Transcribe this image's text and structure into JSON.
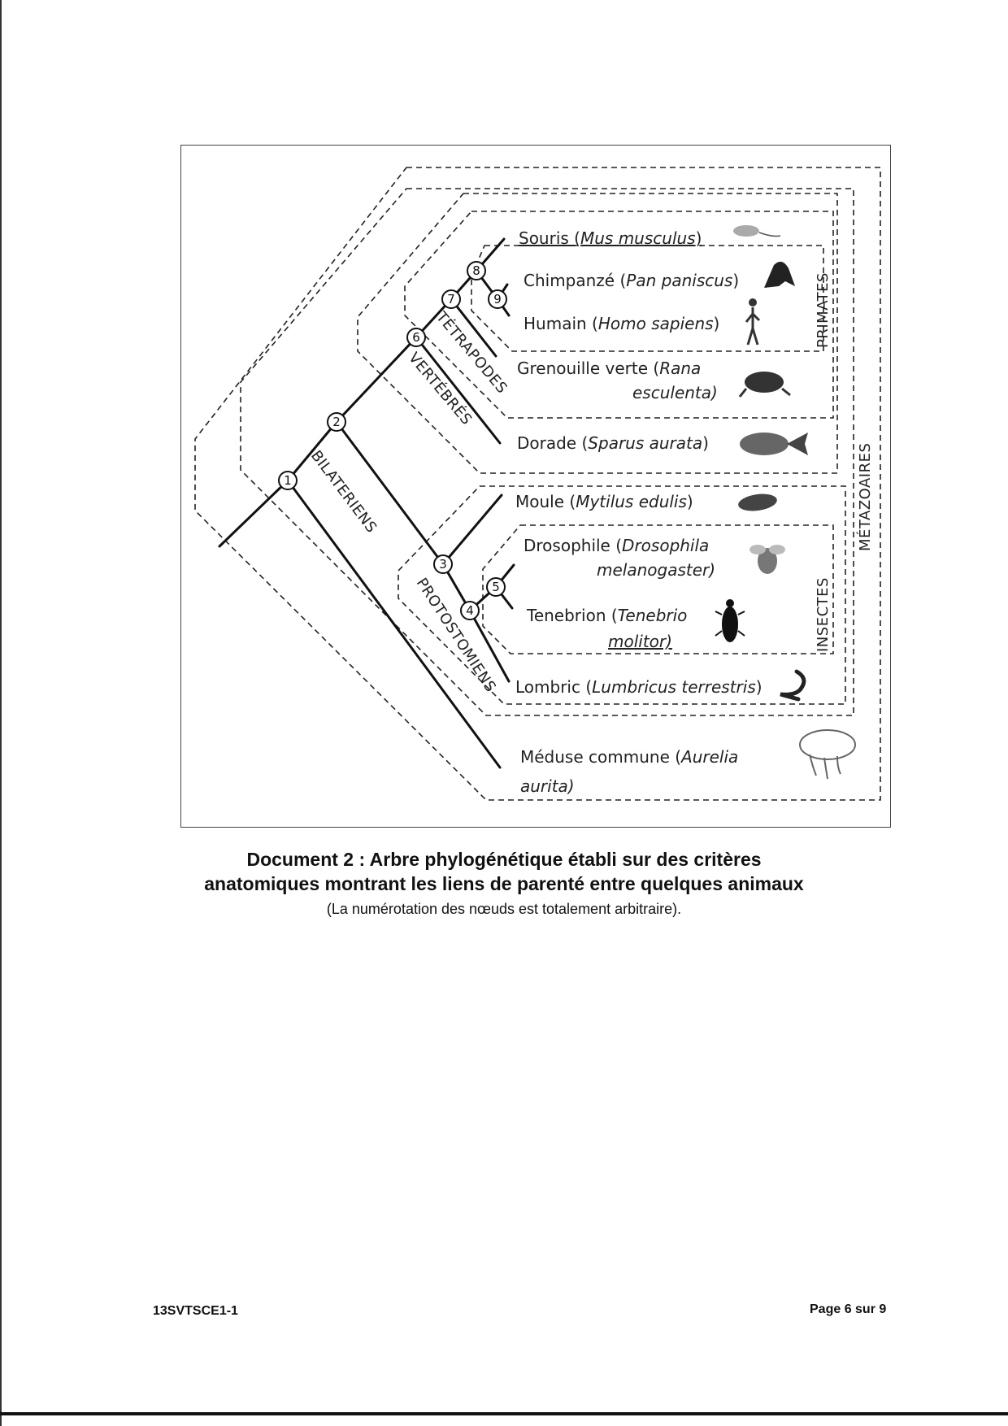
{
  "species": [
    {
      "common": "Souris ",
      "latin": "Mus musculus",
      "tail": ")",
      "open": "(",
      "line2": ""
    },
    {
      "common": "Chimpanzé ",
      "latin": "Pan paniscus",
      "tail": ")",
      "open": "(",
      "line2": ""
    },
    {
      "common": "Humain ",
      "latin": "Homo sapiens",
      "tail": ")",
      "open": "(",
      "line2": ""
    },
    {
      "common": "Grenouille verte ",
      "latin": "Rana",
      "tail": "",
      "open": "(",
      "line2": "esculenta)"
    },
    {
      "common": "Dorade ",
      "latin": "Sparus aurata",
      "tail": ")",
      "open": "(",
      "line2": ""
    },
    {
      "common": "Moule ",
      "latin": "Mytilus edulis",
      "tail": ")",
      "open": "(",
      "line2": ""
    },
    {
      "common": "Drosophile ",
      "latin": "Drosophila",
      "tail": "",
      "open": "(",
      "line2": "melanogaster)"
    },
    {
      "common": "Tenebrion ",
      "latin": "Tenebrio",
      "tail": "",
      "open": "(",
      "line2": "molitor)"
    },
    {
      "common": "Lombric ",
      "latin": "Lumbricus terrestris",
      "tail": ")",
      "open": "(",
      "line2": ""
    },
    {
      "common": "Méduse commune ",
      "latin": "Aurelia",
      "tail": "",
      "open": "(",
      "line2": "aurita)"
    }
  ],
  "groups": {
    "primates": "PRIMATES",
    "insectes": "INSECTES",
    "metazoaires": "MÉTAZOAIRES",
    "tetrapodes": "TÉTRAPODES",
    "vertebres": "VERTÉBRÉS",
    "bilateriens": "BILATERIENS",
    "protostomiens": "PROTOSTOMIENS"
  },
  "nodes": [
    "1",
    "2",
    "3",
    "4",
    "5",
    "6",
    "7",
    "8",
    "9"
  ],
  "caption": {
    "title_line1": "Document 2 : Arbre phylogénétique établi sur des critères",
    "title_line2": "anatomiques montrant les liens de parenté entre quelques animaux",
    "note": "(La numérotation des nœuds est totalement arbitraire)."
  },
  "footer": {
    "code": "13SVTSCE1-1",
    "page": "Page 6 sur 9"
  }
}
